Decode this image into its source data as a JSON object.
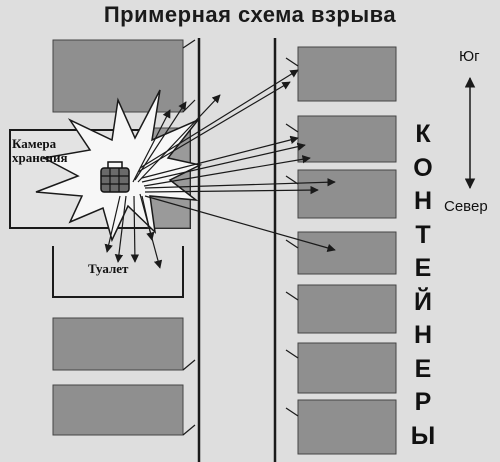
{
  "title": "Примерная схема взрыва",
  "labels": {
    "storage_room": "Камера хранения",
    "toilet": "Туалет"
  },
  "compass": {
    "south": "Юг",
    "north": "Север"
  },
  "containers_label": "КОНТЕЙНЕРЫ",
  "colors": {
    "background": "#dedede",
    "block_fill": "#8f8f8f",
    "line": "#1a1a1a",
    "blast_fill": "#f7f7f7"
  },
  "icons": [
    "luggage-icon",
    "explosion-burst",
    "south-north-arrow"
  ]
}
